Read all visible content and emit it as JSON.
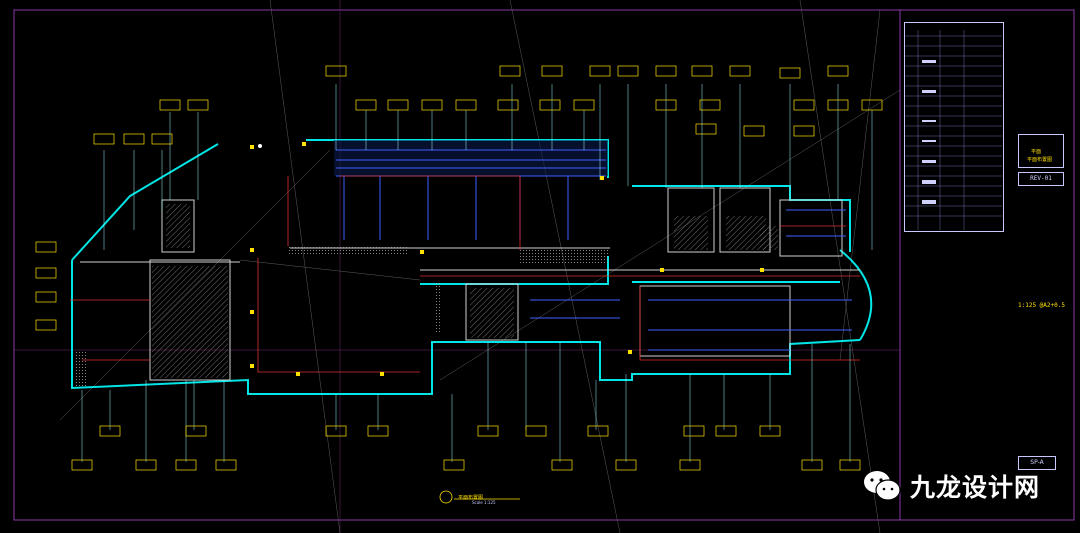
{
  "drawing": {
    "revision_label": "REV-01",
    "scale_label": "1:125 @A2+0.5",
    "sheet_label": "SP-A",
    "title_line1": "平面",
    "title_line2": "平面布置图",
    "plan_caption": "平面布置图",
    "plan_caption_scale": "Scale 1:125"
  },
  "watermark": {
    "text": "九龙设计网",
    "icon": "wechat-icon"
  },
  "colors": {
    "background": "#000000",
    "walls": "#00e5e5",
    "ducts": "#4060ff",
    "leaders": "#9cf7ff",
    "annotation": "#ffe100",
    "hatch": "#909090",
    "frame": "#8a3aa8"
  }
}
